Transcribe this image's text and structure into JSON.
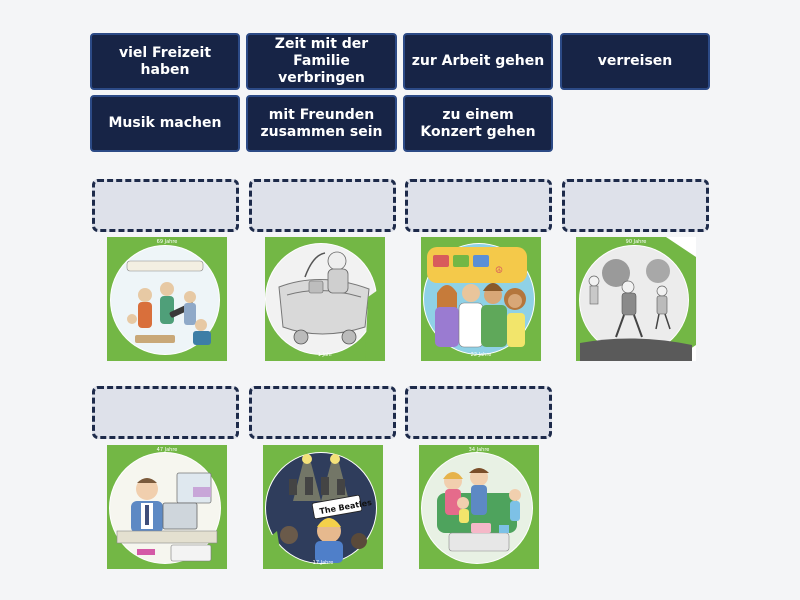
{
  "tiles": [
    {
      "label": "viel Freizeit haben"
    },
    {
      "label": "Zeit mit der\nFamilie verbringen"
    },
    {
      "label": "zur Arbeit gehen"
    },
    {
      "label": "verreisen"
    },
    {
      "label": "Musik machen"
    },
    {
      "label": "mit Freunden\nzusammen sein"
    },
    {
      "label": "zu einem\nKonzert gehen"
    }
  ],
  "cards": [
    {
      "age": "69 Jahre"
    },
    {
      "age": "1 Jahr"
    },
    {
      "age": "22 Jahre"
    },
    {
      "age": "90 Jahre"
    },
    {
      "age": "47 Jahre"
    },
    {
      "age": "17 Jahre",
      "sign": "The Beatles"
    },
    {
      "age": "34 Jahre"
    }
  ],
  "colors": {
    "tile_bg": "#172446",
    "tile_border": "#2c4a86",
    "slot_bg": "#dee1ea",
    "slot_border": "#1d2a4a",
    "picture_green": "#73b745",
    "page_bg": "#f4f5f7"
  }
}
